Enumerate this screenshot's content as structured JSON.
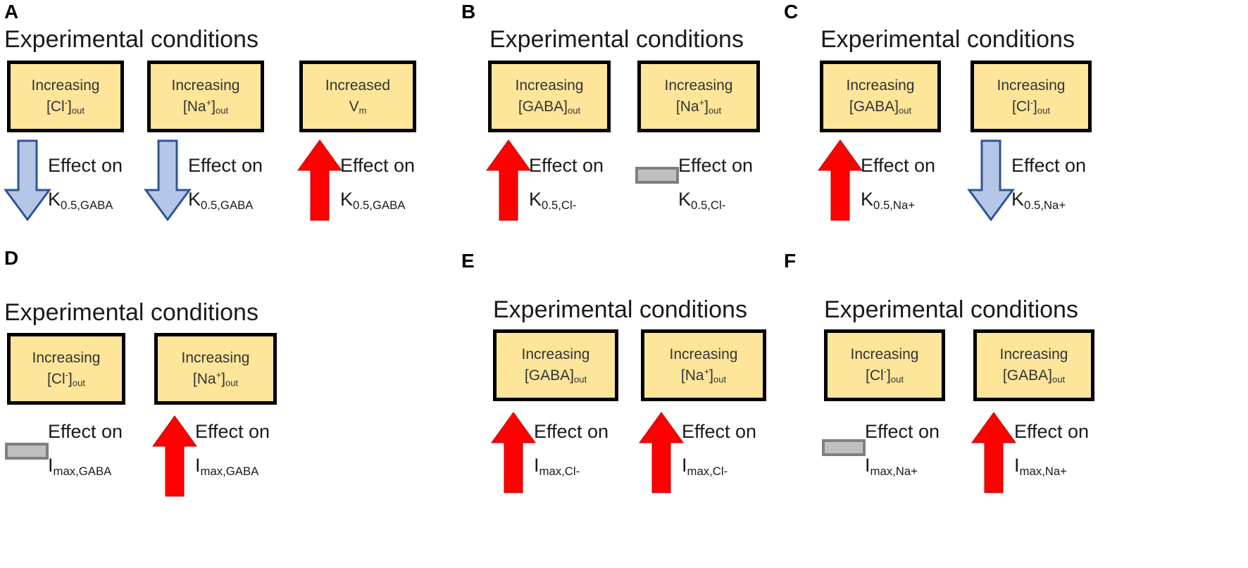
{
  "heading": "Experimental conditions",
  "effect_label": "Effect on",
  "colors": {
    "box_fill": "#fde59a",
    "box_border": "#000000",
    "increase_arrow": "#ff0000",
    "decrease_arrow": "#b4c7e7",
    "decrease_arrow_border": "#2f5597",
    "no_change_bar": "#bfbfbf",
    "no_change_border": "#7f7f7f"
  },
  "panels": [
    {
      "label": "A",
      "conditions": [
        {
          "line1": "Increasing",
          "base": "[Cl",
          "sup": "-",
          "close": "]",
          "sub": "out",
          "effect": "decrease",
          "param": "K",
          "param_sub": "0.5,GABA"
        },
        {
          "line1": "Increasing",
          "base": "[Na",
          "sup": "+",
          "close": "]",
          "sub": "out",
          "effect": "decrease",
          "param": "K",
          "param_sub": "0.5,GABA"
        },
        {
          "line1": "Increased",
          "base": "V",
          "sup": "",
          "close": "",
          "sub": "m",
          "effect": "increase",
          "param": "K",
          "param_sub": "0.5,GABA"
        }
      ]
    },
    {
      "label": "B",
      "conditions": [
        {
          "line1": "Increasing",
          "base": "[GABA",
          "sup": "",
          "close": "]",
          "sub": "out",
          "effect": "increase",
          "param": "K",
          "param_sub": "0.5,Cl-"
        },
        {
          "line1": "Increasing",
          "base": "[Na",
          "sup": "+",
          "close": "]",
          "sub": "out",
          "effect": "no-change",
          "param": "K",
          "param_sub": "0.5,Cl-"
        }
      ]
    },
    {
      "label": "C",
      "conditions": [
        {
          "line1": "Increasing",
          "base": "[GABA",
          "sup": "",
          "close": "]",
          "sub": "out",
          "effect": "increase",
          "param": "K",
          "param_sub": "0.5,Na+"
        },
        {
          "line1": "Increasing",
          "base": "[Cl",
          "sup": "-",
          "close": "]",
          "sub": "out",
          "effect": "decrease",
          "param": "K",
          "param_sub": "0.5,Na+"
        }
      ]
    },
    {
      "label": "D",
      "conditions": [
        {
          "line1": "Increasing",
          "base": "[Cl",
          "sup": "-",
          "close": "]",
          "sub": "out",
          "effect": "no-change",
          "param": "I",
          "param_sub": "max,GABA"
        },
        {
          "line1": "Increasing",
          "base": "[Na",
          "sup": "+",
          "close": "]",
          "sub": "out",
          "effect": "increase",
          "param": "I",
          "param_sub": "max,GABA"
        }
      ]
    },
    {
      "label": "E",
      "conditions": [
        {
          "line1": "Increasing",
          "base": "[GABA",
          "sup": "",
          "close": "]",
          "sub": "out",
          "effect": "increase",
          "param": "I",
          "param_sub": "max,Cl-"
        },
        {
          "line1": "Increasing",
          "base": "[Na",
          "sup": "+",
          "close": "]",
          "sub": "out",
          "effect": "increase",
          "param": "I",
          "param_sub": "max,Cl-"
        }
      ]
    },
    {
      "label": "F",
      "conditions": [
        {
          "line1": "Increasing",
          "base": "[Cl",
          "sup": "-",
          "close": "]",
          "sub": "out",
          "effect": "no-change",
          "param": "I",
          "param_sub": "max,Na+"
        },
        {
          "line1": "Increasing",
          "base": "[GABA",
          "sup": "",
          "close": "]",
          "sub": "out",
          "effect": "increase",
          "param": "I",
          "param_sub": "max,Na+"
        }
      ]
    }
  ]
}
